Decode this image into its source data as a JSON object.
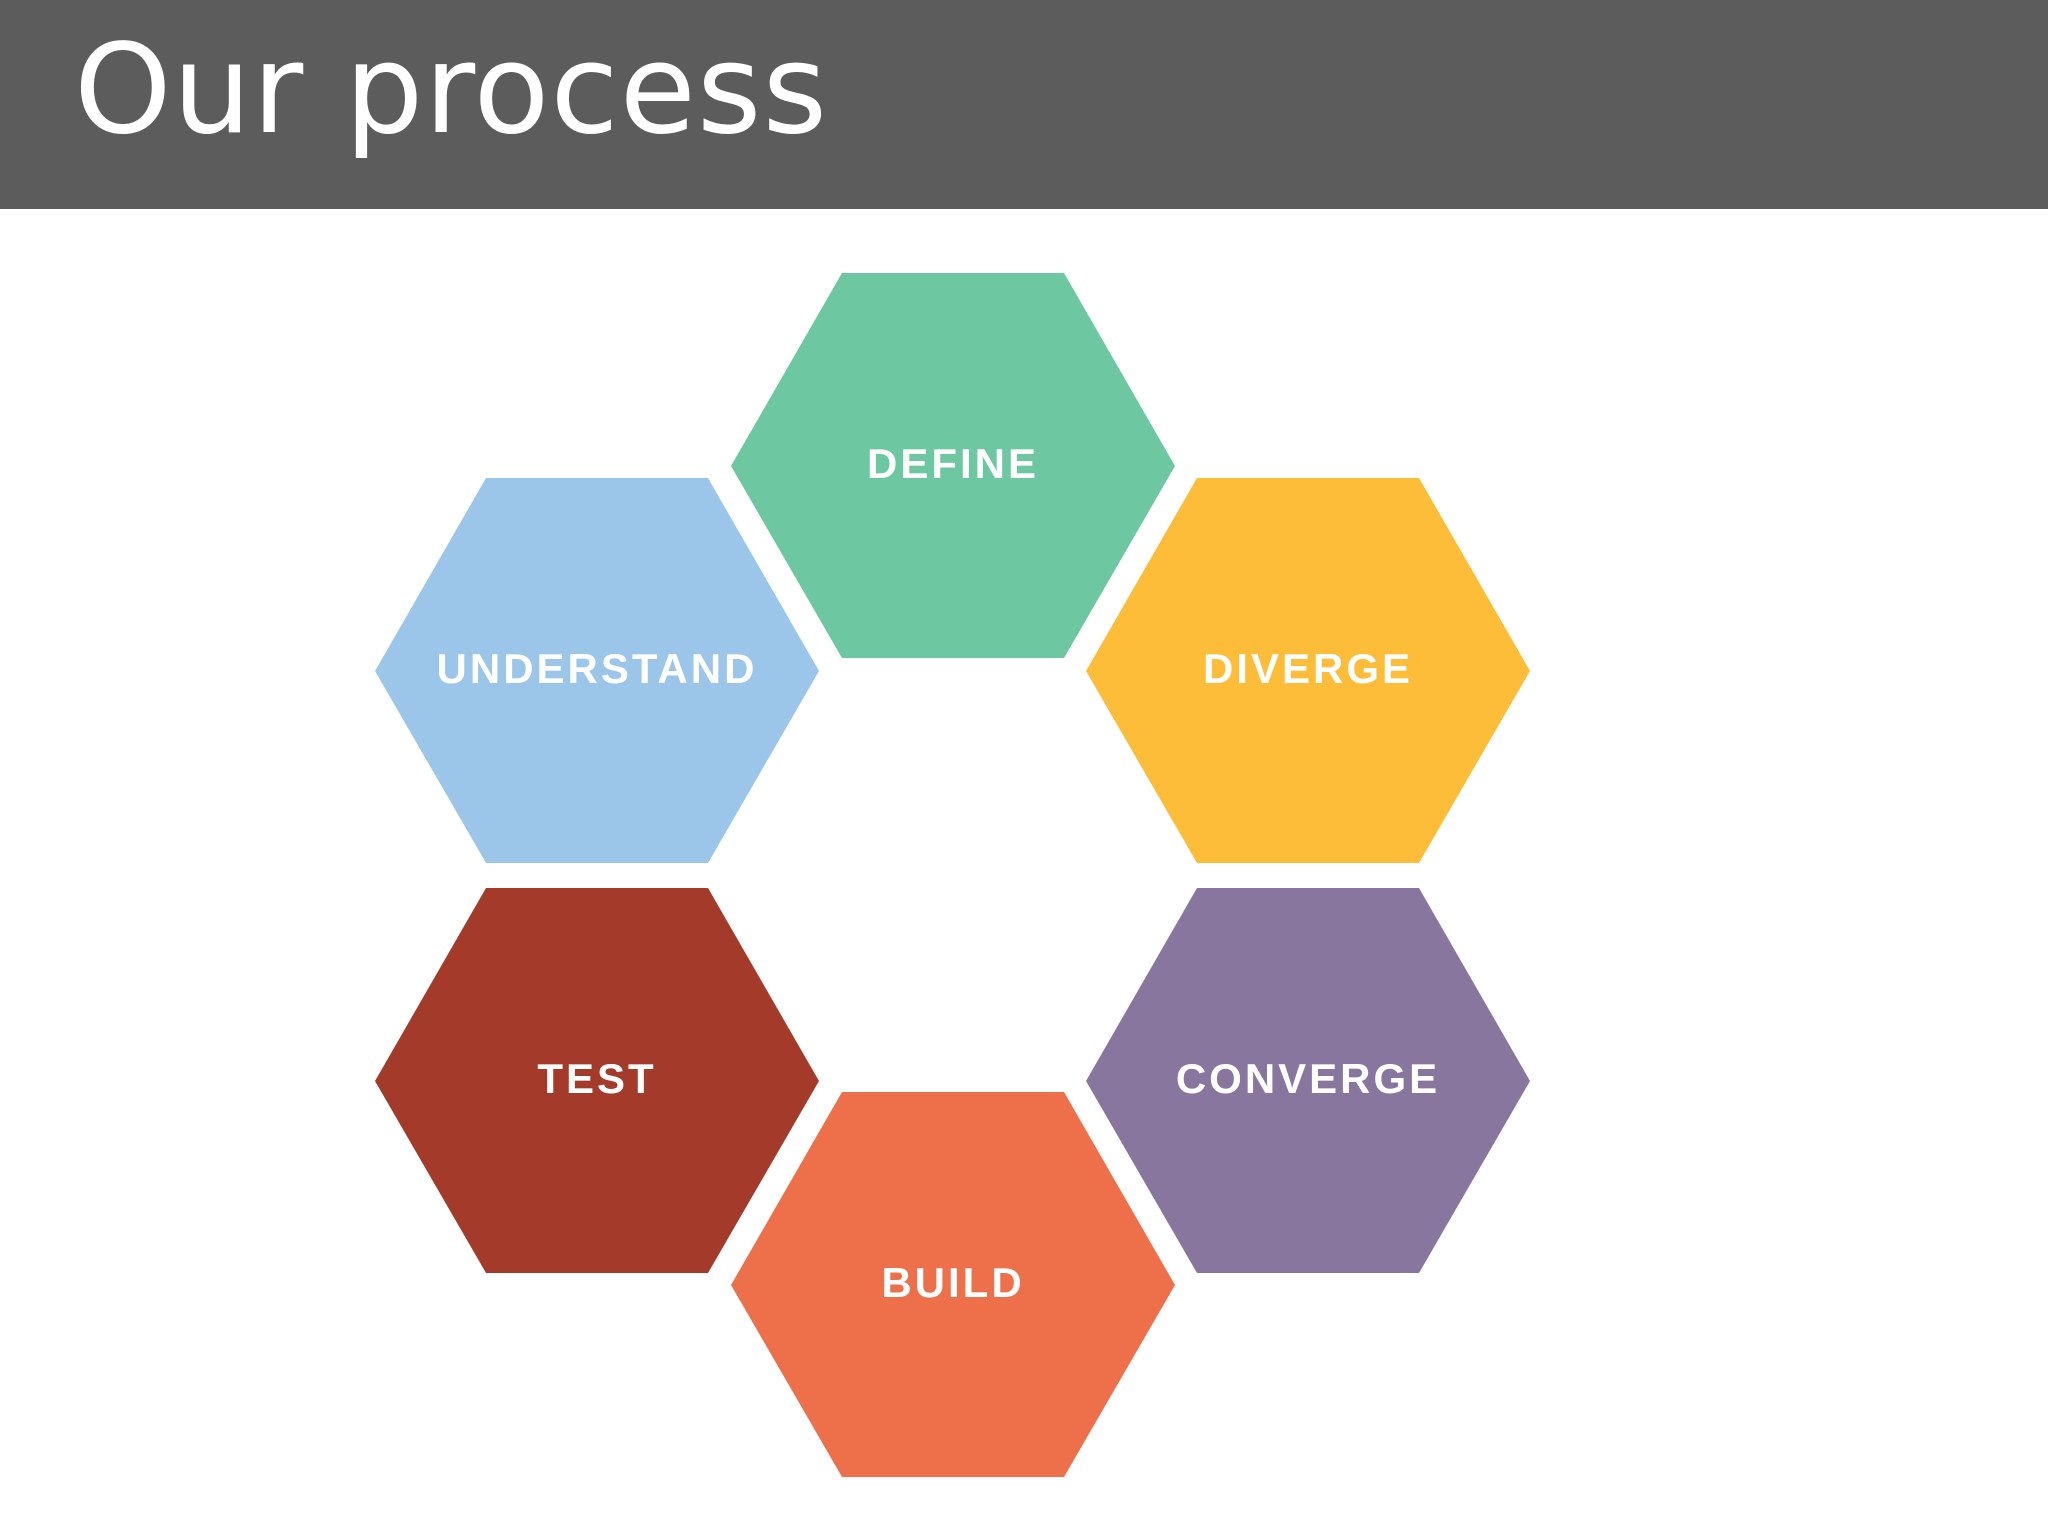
{
  "slide": {
    "title": "Our process"
  },
  "steps": [
    {
      "label": "DEFINE",
      "color": "#6dc7a1"
    },
    {
      "label": "DIVERGE",
      "color": "#febd38"
    },
    {
      "label": "CONVERGE",
      "color": "#89769f"
    },
    {
      "label": "BUILD",
      "color": "#ee704b"
    },
    {
      "label": "TEST",
      "color": "#a43a2a"
    },
    {
      "label": "UNDERSTAND",
      "color": "#9bc6ea"
    }
  ],
  "colors": {
    "title_bar": "#5c5c5c",
    "background": "#ffffff"
  }
}
